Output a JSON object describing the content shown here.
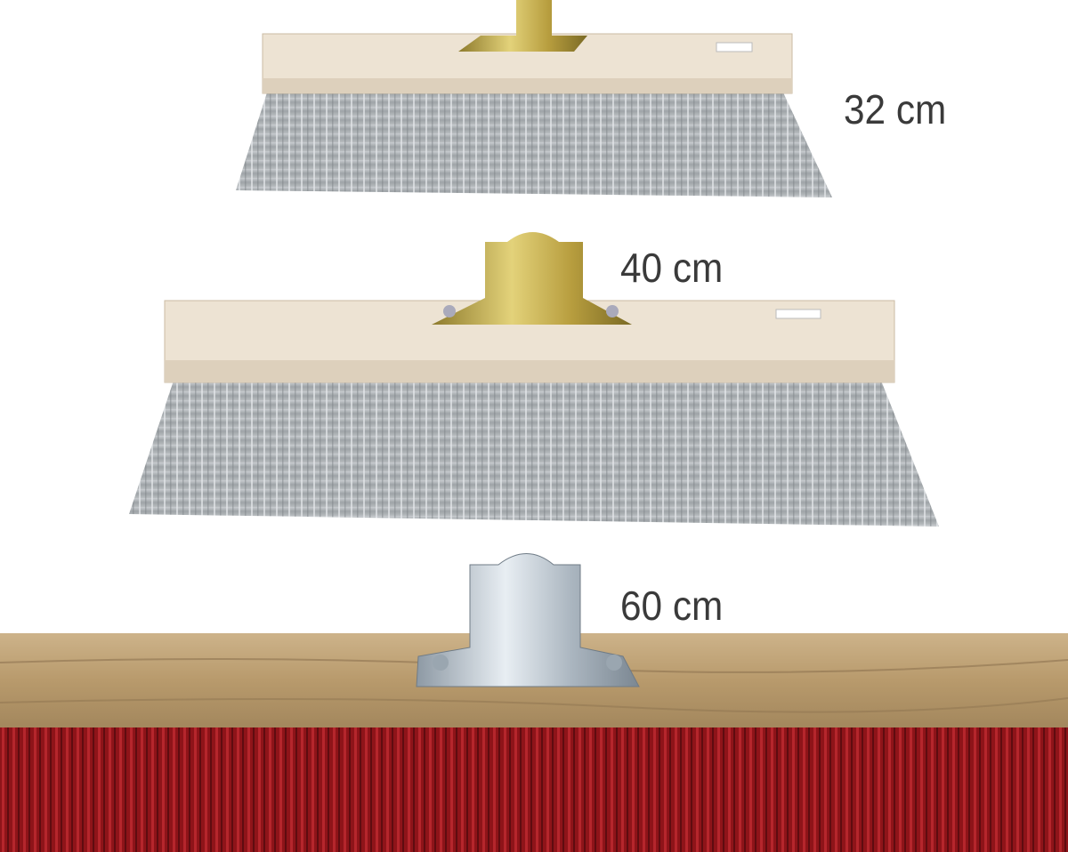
{
  "products": [
    {
      "name": "broom-small",
      "size_label": "32 cm",
      "bristle_color": "#a9adb0",
      "block_color": "#ece2d2",
      "bracket_color": "#c9b45a"
    },
    {
      "name": "broom-medium",
      "size_label": "40 cm",
      "bristle_color": "#a9adb0",
      "block_color": "#ece2d2",
      "bracket_color": "#c9b45a"
    },
    {
      "name": "broom-large",
      "size_label": "60 cm",
      "bristle_color": "#9a1a1f",
      "block_color": "#c2a57a",
      "bracket_color": "#b9c3cc"
    }
  ]
}
